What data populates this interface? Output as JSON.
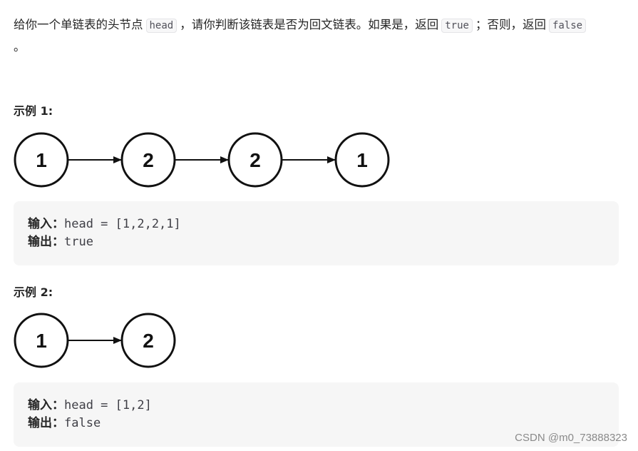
{
  "problem": {
    "text_part1": "给你一个单链表的头节点",
    "code_head": "head",
    "text_part2": "，请你判断该链表是否为回文链表。如果是，返回",
    "code_true": "true",
    "text_part3": "；否则，返回",
    "code_false": "false",
    "text_part4": "。"
  },
  "examples": [
    {
      "title": "示例 1:",
      "nodes": [
        "1",
        "2",
        "2",
        "1"
      ],
      "input_label": "输入：",
      "input_value": "head = [1,2,2,1]",
      "output_label": "输出：",
      "output_value": "true"
    },
    {
      "title": "示例 2:",
      "nodes": [
        "1",
        "2"
      ],
      "input_label": "输入：",
      "input_value": "head = [1,2]",
      "output_label": "输出：",
      "output_value": "false"
    }
  ],
  "watermark": "CSDN @m0_73888323"
}
